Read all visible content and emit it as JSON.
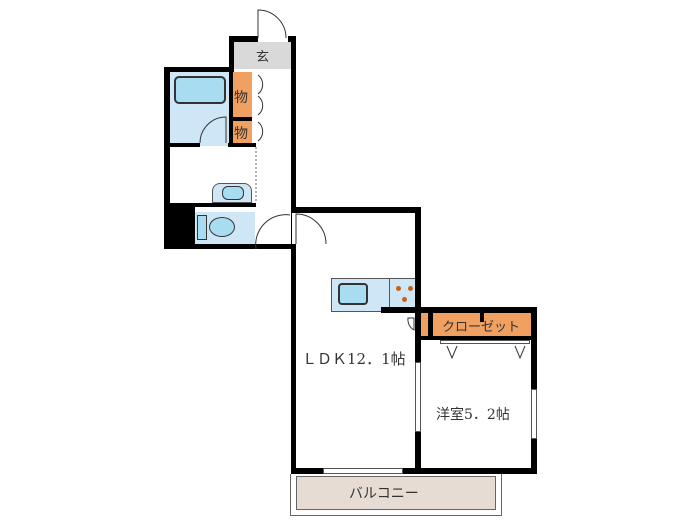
{
  "floorplan": {
    "rooms": {
      "entrance": {
        "label": "玄"
      },
      "storage_1": {
        "label": "物"
      },
      "storage_2": {
        "label": "物"
      },
      "ldk": {
        "label": "ＬＤＫ12．1帖"
      },
      "western_room": {
        "label": "洋室5．2帖"
      },
      "closet": {
        "label": "クローゼット"
      },
      "balcony": {
        "label": "バルコニー"
      }
    },
    "colors": {
      "wall": "#000000",
      "wet_area": "#cfe6f7",
      "fixture": "#a8dcf0",
      "storage": "#f0a060",
      "entrance": "#d9d9d9",
      "balcony": "#e6dcd4",
      "stove_dot": "#c0651a"
    }
  }
}
